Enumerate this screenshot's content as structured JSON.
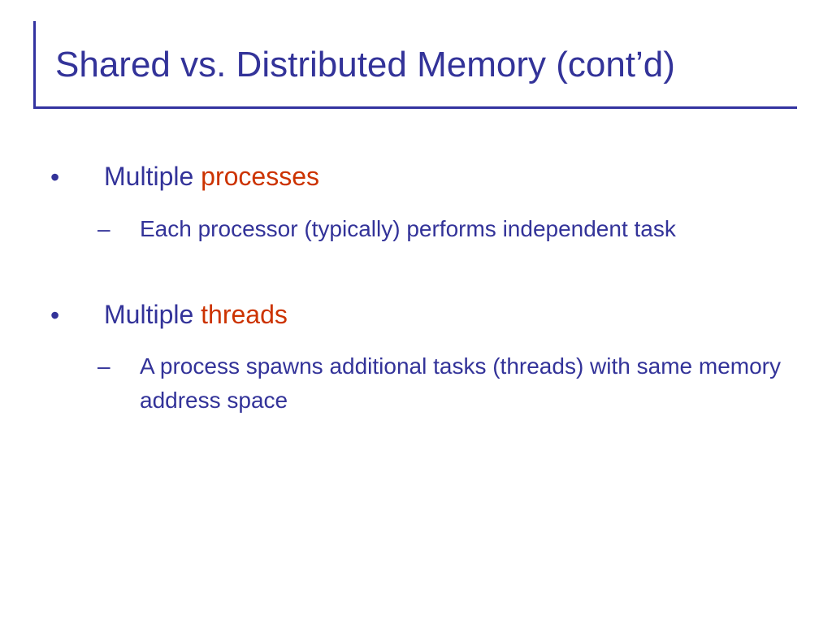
{
  "slide": {
    "title": "Shared vs. Distributed Memory (cont’d)",
    "bullets": [
      {
        "marker": "•",
        "prefix": "Multiple ",
        "highlight": "processes",
        "sub_marker": "–",
        "sub_text": "Each processor (typically) performs independent task"
      },
      {
        "marker": "•",
        "prefix": "Multiple ",
        "highlight": "threads",
        "sub_marker": "–",
        "sub_text": "A process spawns additional tasks (threads) with same memory address space"
      }
    ],
    "colors": {
      "title": "#333399",
      "body": "#333399",
      "highlight": "#cc3300",
      "rule": "#3333a0"
    }
  }
}
